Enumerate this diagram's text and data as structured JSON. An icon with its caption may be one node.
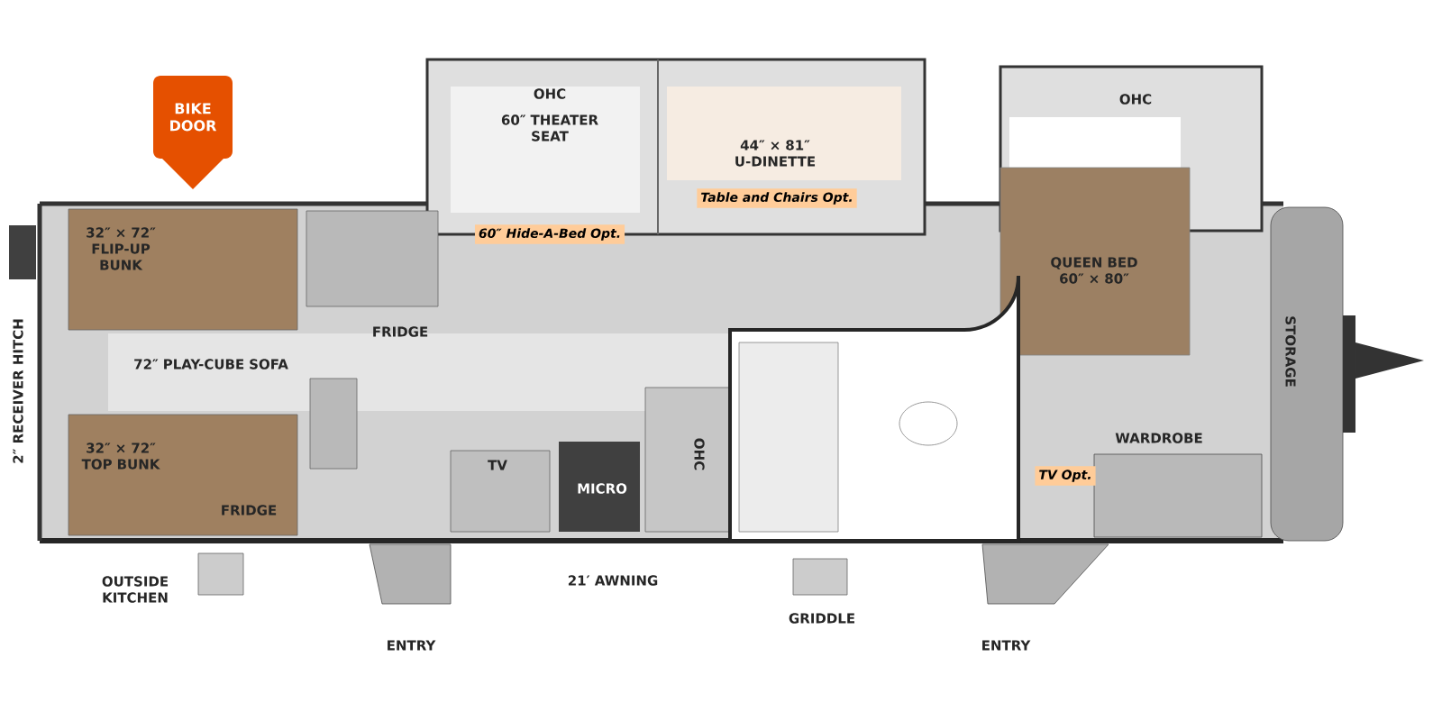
{
  "diagram": {
    "nodes": [
      {
        "text": [
          "BIKE DOOR"
        ]
      },
      {
        "text": [
          "60″ Hide-A-Bed Opt."
        ]
      },
      {
        "text": [
          "Table and Chairs Opt."
        ]
      },
      {
        "text": [
          "TV Opt."
        ]
      }
    ],
    "labels": [
      "OHC",
      "60″ THEATER SEAT",
      "44″ × 81″ U-DINETTE",
      "OHC",
      "32″ × 72″ FLIP-UP BUNK",
      "FRIDGE",
      "72″ PLAY-CUBE SOFA",
      "QUEEN BED 60″ × 80″",
      "2″ RECEIVER HITCH",
      "STORAGE",
      "OHC",
      "WARDROBE",
      "32″ × 72″ TOP BUNK",
      "TV",
      "MICRO",
      "FRIDGE",
      "OUTSIDE KITCHEN",
      "21′ AWNING",
      "GRIDDLE",
      "ENTRY",
      "ENTRY"
    ]
  }
}
